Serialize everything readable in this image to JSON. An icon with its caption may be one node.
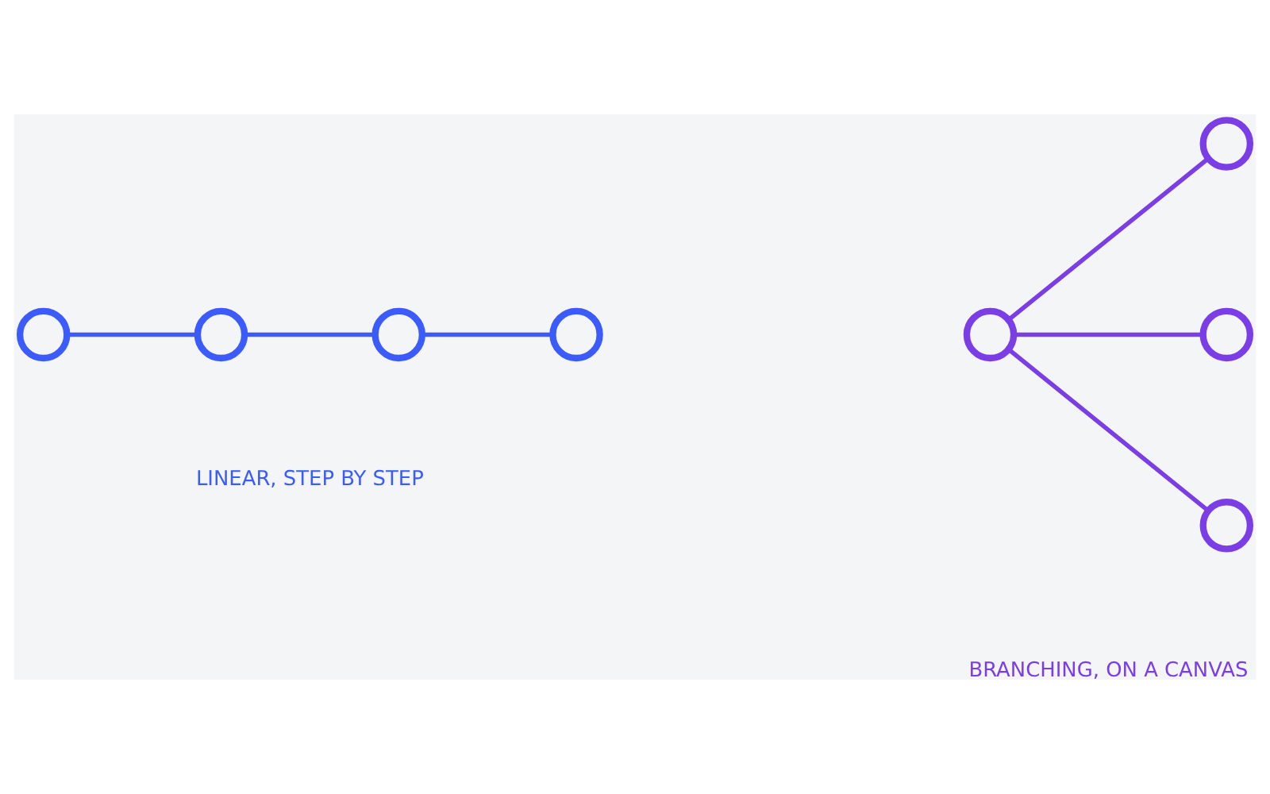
{
  "diagram": {
    "nodes": [
      {
        "text": [],
        "shape": "circle"
      },
      {
        "text": [],
        "shape": "circle"
      },
      {
        "text": [],
        "shape": "circle"
      },
      {
        "text": [],
        "shape": "circle"
      },
      {
        "text": [],
        "shape": "circle"
      },
      {
        "text": [],
        "shape": "circle"
      },
      {
        "text": [],
        "shape": "circle"
      },
      {
        "text": [],
        "shape": "circle"
      }
    ],
    "edges": [
      {
        "from": 0,
        "to": 1,
        "arrow": "none"
      },
      {
        "from": 1,
        "to": 2,
        "arrow": "none"
      },
      {
        "from": 2,
        "to": 3,
        "arrow": "none"
      },
      {
        "from": 4,
        "to": 5,
        "arrow": "none",
        "color": "#7b3ee6"
      },
      {
        "from": 4,
        "to": 6,
        "arrow": "none",
        "color": "#7b3ee6"
      },
      {
        "from": 4,
        "to": 7,
        "arrow": "none",
        "color": "#7b3ee6"
      }
    ],
    "labels": [
      "LINEAR, STEP BY STEP",
      "BRANCHING, ON A CANVAS"
    ]
  }
}
